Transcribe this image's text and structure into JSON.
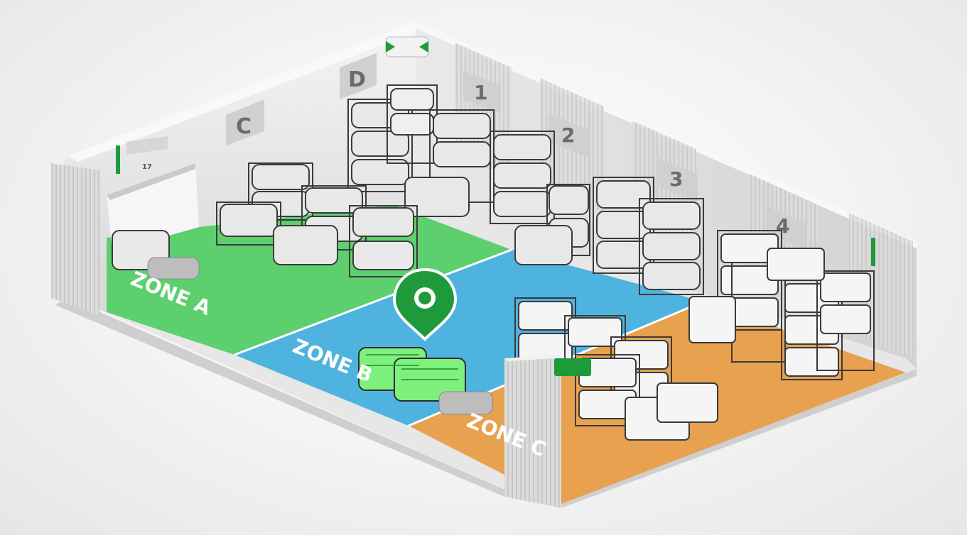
{
  "wall_labels": {
    "c": "C",
    "d": "D",
    "dock_1": "1",
    "dock_2": "2",
    "dock_3": "3",
    "dock_4": "4",
    "door_number": "17"
  },
  "zones": [
    {
      "id": "a",
      "label": "ZONE A",
      "color": "#5ecf6f"
    },
    {
      "id": "b",
      "label": "ZONE B",
      "color": "#4fb3df"
    },
    {
      "id": "c",
      "label": "ZONE C",
      "color": "#e7a14f"
    }
  ],
  "colors": {
    "accent_green": "#1f9a3a",
    "wall": "#e3e3e3",
    "wall_side": "#c9c9c9",
    "rack_frame": "#3a3a3a",
    "highlight_rack": "#7df07d"
  },
  "icons": {
    "location_pin": "map-pin-icon",
    "robot": "agv-robot-icon",
    "sensor": "sensor-icon"
  }
}
